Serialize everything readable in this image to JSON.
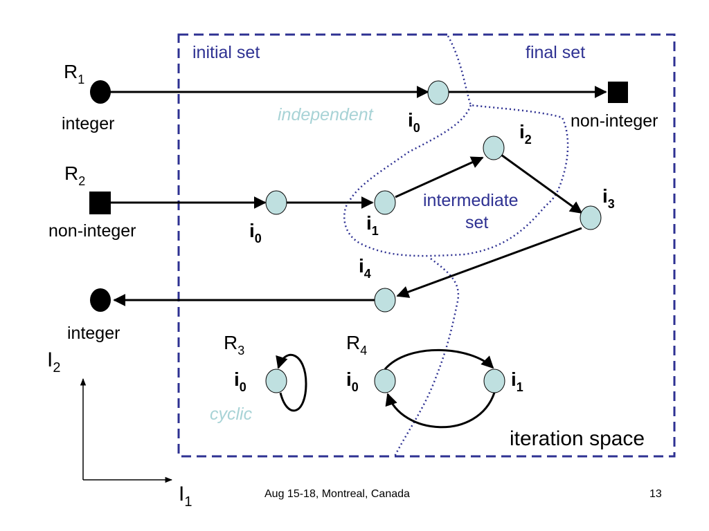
{
  "regions": {
    "initial_set": "initial set",
    "final_set": "final set",
    "intermediate_line1": "intermediate",
    "intermediate_line2": "set",
    "independent": "independent",
    "cyclic": "cyclic",
    "iteration_space": "iteration space"
  },
  "rows": {
    "r1": {
      "name": "R",
      "sub": "1",
      "start_label": "integer",
      "end_label": "non-integer"
    },
    "r2": {
      "name": "R",
      "sub": "2",
      "start_label": "non-integer"
    },
    "r2_return": {
      "end_label": "integer"
    },
    "r3": {
      "name": "R",
      "sub": "3"
    },
    "r4": {
      "name": "R",
      "sub": "4"
    }
  },
  "nodes": {
    "r1_i0": {
      "main": "i",
      "sub": "0"
    },
    "r2_i0": {
      "main": "i",
      "sub": "0"
    },
    "r2_i1": {
      "main": "i",
      "sub": "1"
    },
    "r2_i2": {
      "main": "i",
      "sub": "2"
    },
    "r2_i3": {
      "main": "i",
      "sub": "3"
    },
    "r2_i4": {
      "main": "i",
      "sub": "4"
    },
    "r3_i0": {
      "main": "i",
      "sub": "0"
    },
    "r4_i0": {
      "main": "i",
      "sub": "0"
    },
    "r4_i1": {
      "main": "i",
      "sub": "1"
    }
  },
  "axes": {
    "y": {
      "name": "I",
      "sub": "2"
    },
    "x": {
      "name": "I",
      "sub": "1"
    }
  },
  "footer": {
    "event": "Aug 15-18, Montreal, Canada",
    "page": "13"
  },
  "colors": {
    "node_fill": "#bfe0e0",
    "region_border": "#2e3192",
    "region_text": "#2e3192",
    "annotation_text": "#a8d3d6"
  }
}
